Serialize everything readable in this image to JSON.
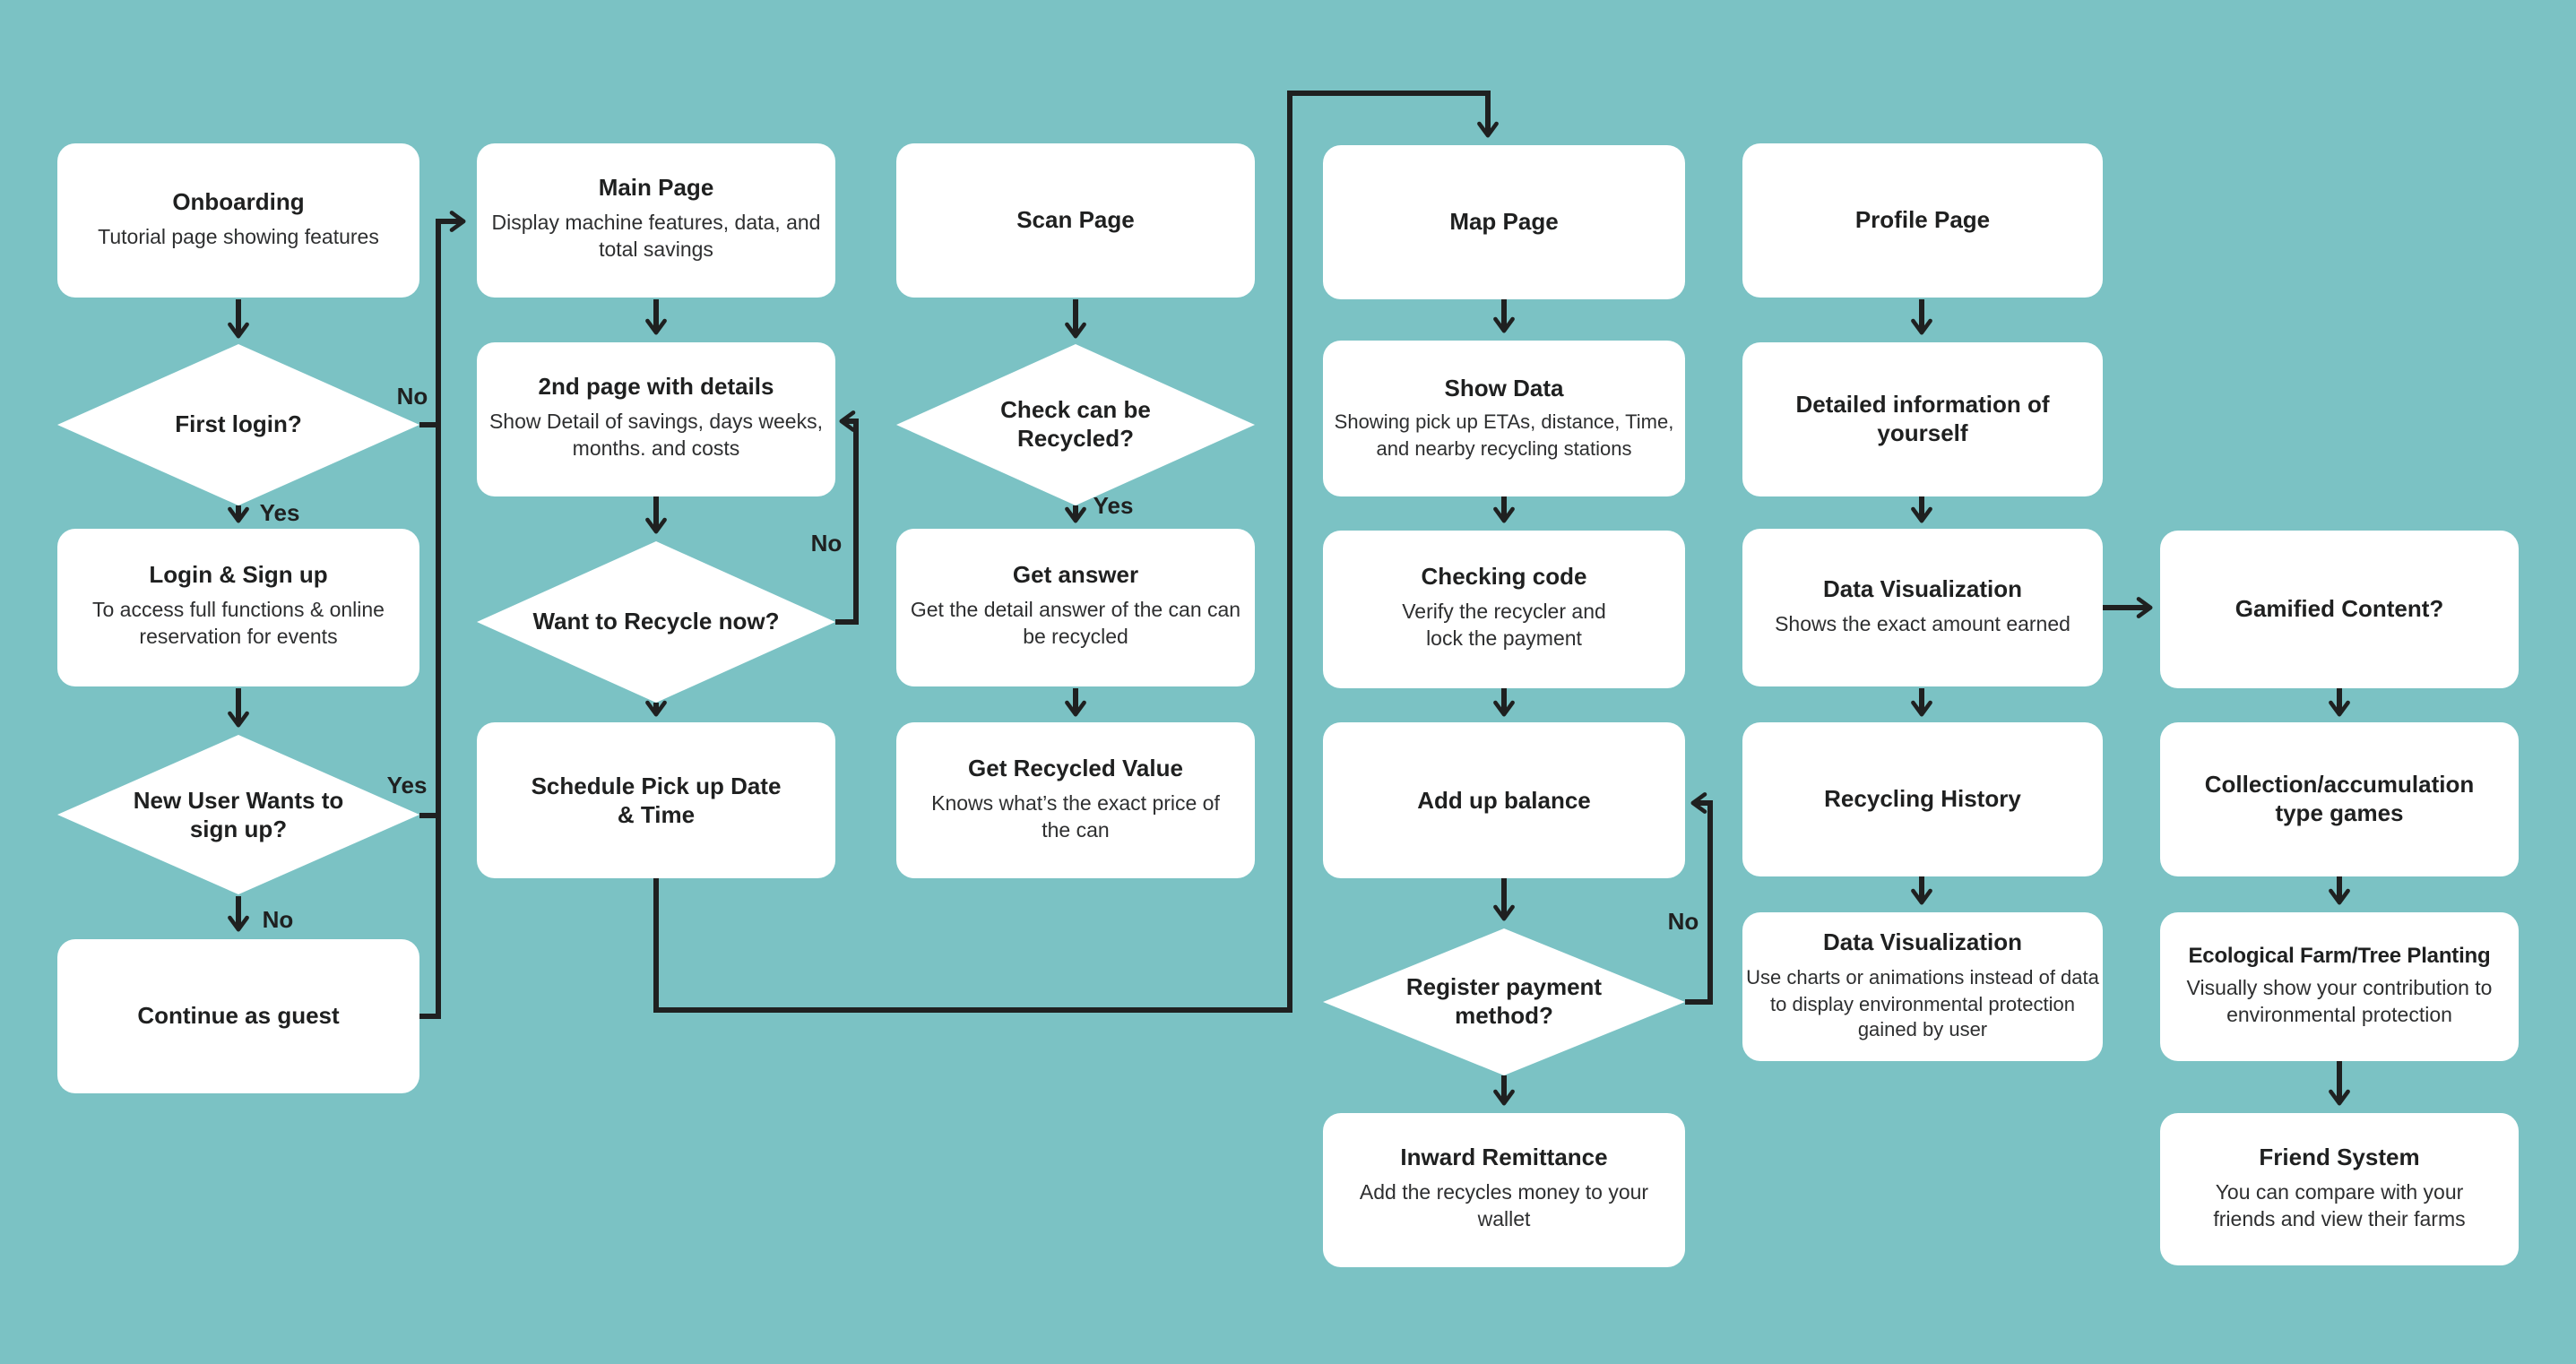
{
  "colors": {
    "background": "#7BC2C4",
    "node_fill": "#FFFFFF",
    "ink": "#1F2020"
  },
  "nodes": [
    {
      "id": "onboarding",
      "type": "process",
      "title": "Onboarding",
      "desc": "Tutorial page showing features"
    },
    {
      "id": "first-login",
      "type": "decision",
      "title": "First login?"
    },
    {
      "id": "login-signup",
      "type": "process",
      "title": "Login & Sign up",
      "desc": "To access full functions & online reservation for events"
    },
    {
      "id": "new-user-signup",
      "type": "decision",
      "title": "New User Wants to sign up?"
    },
    {
      "id": "continue-guest",
      "type": "process",
      "title": "Continue as guest"
    },
    {
      "id": "main-page",
      "type": "process",
      "title": "Main Page",
      "desc": "Display machine features, data, and total savings"
    },
    {
      "id": "second-page",
      "type": "process",
      "title": "2nd page with details",
      "desc": "Show Detail of savings, days weeks, months. and costs"
    },
    {
      "id": "want-recycle",
      "type": "decision",
      "title": "Want to Recycle now?"
    },
    {
      "id": "schedule-pickup",
      "type": "process",
      "title": "Schedule Pick up Date & Time"
    },
    {
      "id": "scan-page",
      "type": "process",
      "title": "Scan Page"
    },
    {
      "id": "check-recycled",
      "type": "decision",
      "title": "Check can be Recycled?"
    },
    {
      "id": "get-answer",
      "type": "process",
      "title": "Get answer",
      "desc": "Get the detail answer of the can can be recycled"
    },
    {
      "id": "get-recycled-value",
      "type": "process",
      "title": "Get Recycled Value",
      "desc": "Knows what’s the exact price of the can"
    },
    {
      "id": "map-page",
      "type": "process",
      "title": "Map Page"
    },
    {
      "id": "show-data",
      "type": "process",
      "title": "Show Data",
      "desc": "Showing pick up ETAs, distance, Time, and nearby recycling stations"
    },
    {
      "id": "checking-code",
      "type": "process",
      "title": "Checking code",
      "desc": "Verify the recycler and lock the payment"
    },
    {
      "id": "add-up-balance",
      "type": "process",
      "title": "Add up balance"
    },
    {
      "id": "register-payment",
      "type": "decision",
      "title": "Register payment method?"
    },
    {
      "id": "inward-remittance",
      "type": "process",
      "title": "Inward Remittance",
      "desc": "Add the recycles money to your wallet"
    },
    {
      "id": "profile-page",
      "type": "process",
      "title": "Profile Page"
    },
    {
      "id": "detailed-info",
      "type": "process",
      "title": "Detailed information of yourself"
    },
    {
      "id": "data-viz-earnings",
      "type": "process",
      "title": "Data Visualization",
      "desc": "Shows the exact amount earned"
    },
    {
      "id": "recycling-history",
      "type": "process",
      "title": "Recycling History"
    },
    {
      "id": "data-viz-environment",
      "type": "process",
      "title": "Data Visualization",
      "desc": "Use charts or animations instead of data to display environmental protection gained by user"
    },
    {
      "id": "gamified-content",
      "type": "process",
      "title": "Gamified Content?"
    },
    {
      "id": "collection-games",
      "type": "process",
      "title": "Collection/accumulation type games"
    },
    {
      "id": "eco-farm",
      "type": "process",
      "title": "Ecological Farm/Tree Planting",
      "desc": "Visually show your contribution to environmental protection"
    },
    {
      "id": "friend-system",
      "type": "process",
      "title": "Friend System",
      "desc": "You can compare with your friends and view their farms"
    }
  ],
  "edge_labels": {
    "first_login_no": "No",
    "first_login_yes": "Yes",
    "new_user_yes": "Yes",
    "new_user_no": "No",
    "want_recycle_no": "No",
    "check_recycled_yes": "Yes",
    "register_payment_no": "No"
  }
}
